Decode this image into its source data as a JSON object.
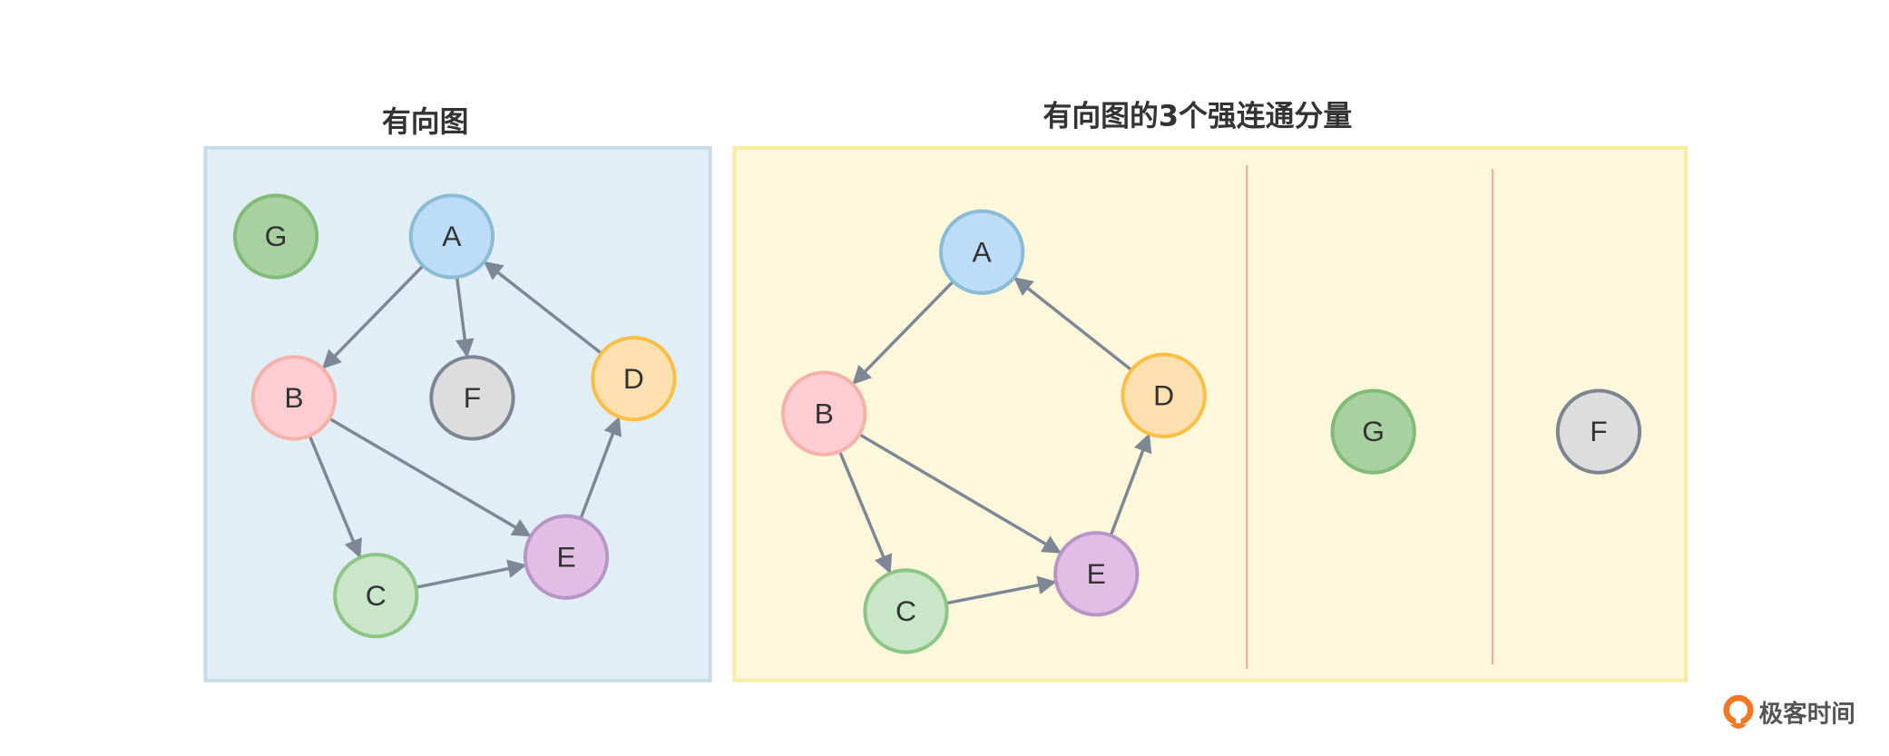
{
  "left_panel": {
    "title": "有向图",
    "nodes": {
      "A": "A",
      "B": "B",
      "C": "C",
      "D": "D",
      "E": "E",
      "F": "F",
      "G": "G"
    }
  },
  "right_panel": {
    "title": "有向图的3个强连通分量",
    "nodes": {
      "A": "A",
      "B": "B",
      "C": "C",
      "D": "D",
      "E": "E",
      "F": "F",
      "G": "G"
    }
  },
  "colors": {
    "edge": "#7e8795",
    "left_bg": "#e1eef5",
    "right_bg": "#fdf7dc",
    "divider": "#f4a3a3"
  },
  "watermark": {
    "text": "极客时间",
    "icon": "geektime-logo-icon"
  }
}
